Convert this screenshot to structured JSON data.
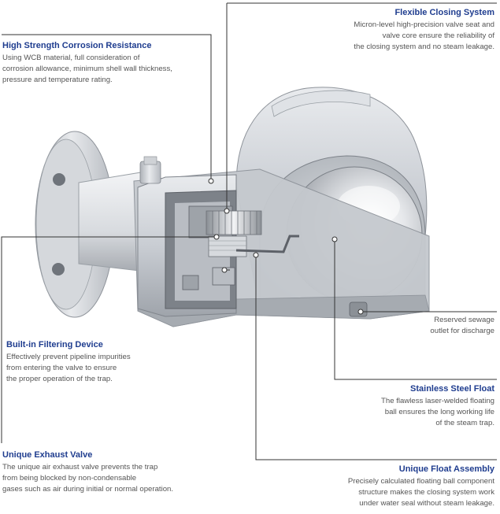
{
  "callouts": {
    "flexible_closing": {
      "title": "Flexible Closing System",
      "lines": [
        "Micron-level high-precision valve seat and",
        "valve core ensure the reliability of",
        "the closing system and no steam leakage."
      ]
    },
    "high_strength": {
      "title": "High Strength Corrosion Resistance",
      "lines": [
        "Using WCB material, full consideration of",
        "corrosion allowance, minimum shell wall thickness,",
        "pressure and temperature rating."
      ]
    },
    "filtering": {
      "title": "Built-in Filtering Device",
      "lines": [
        "Effectively prevent pipeline impurities",
        "from entering the valve to ensure",
        "the proper operation of the trap."
      ]
    },
    "sewage": {
      "title": "",
      "lines": [
        "Reserved sewage",
        "outlet for discharge"
      ]
    },
    "stainless_float": {
      "title": "Stainless Steel Float",
      "lines": [
        "The flawless laser-welded floating",
        "ball ensures the long working life",
        "of the steam trap."
      ]
    },
    "exhaust_valve": {
      "title": "Unique Exhaust Valve",
      "lines": [
        "The unique air exhaust valve prevents the trap",
        "from being blocked by non-condensable",
        "gases such as air during initial or normal operation."
      ]
    },
    "float_assembly": {
      "title": "Unique Float Assembly",
      "lines": [
        "Precisely calculated floating ball component",
        "structure makes the closing system work",
        "under water seal without steam leakage."
      ]
    }
  },
  "colors": {
    "title_blue": "#1f3d8f",
    "body_gray": "#555555",
    "leader_line": "#333333"
  }
}
